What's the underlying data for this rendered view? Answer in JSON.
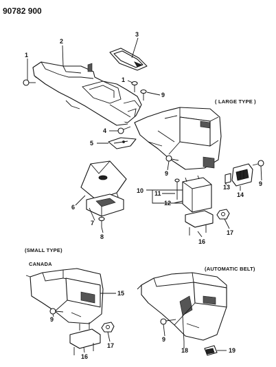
{
  "diagram_code": "90782 900",
  "captions": {
    "large_type": "( LARGE TYPE )",
    "small_type": "(SMALL TYPE)",
    "canada": "CANADA",
    "automatic_belt": "(AUTOMATIC BELT)"
  },
  "callouts": [
    {
      "id": "c1a",
      "label": "1"
    },
    {
      "id": "c1b",
      "label": "1"
    },
    {
      "id": "c2",
      "label": "2"
    },
    {
      "id": "c3",
      "label": "3"
    },
    {
      "id": "c4",
      "label": "4"
    },
    {
      "id": "c5",
      "label": "5"
    },
    {
      "id": "c6",
      "label": "6"
    },
    {
      "id": "c7",
      "label": "7"
    },
    {
      "id": "c8",
      "label": "8"
    },
    {
      "id": "c9a",
      "label": "9"
    },
    {
      "id": "c9b",
      "label": "9"
    },
    {
      "id": "c9c",
      "label": "9"
    },
    {
      "id": "c9d",
      "label": "9"
    },
    {
      "id": "c9e",
      "label": "9"
    },
    {
      "id": "c10",
      "label": "10"
    },
    {
      "id": "c11",
      "label": "11"
    },
    {
      "id": "c12",
      "label": "12"
    },
    {
      "id": "c13",
      "label": "13"
    },
    {
      "id": "c14",
      "label": "14"
    },
    {
      "id": "c15",
      "label": "15"
    },
    {
      "id": "c16a",
      "label": "16"
    },
    {
      "id": "c16b",
      "label": "16"
    },
    {
      "id": "c17a",
      "label": "17"
    },
    {
      "id": "c17b",
      "label": "17"
    },
    {
      "id": "c18",
      "label": "18"
    },
    {
      "id": "c19",
      "label": "19"
    }
  ]
}
